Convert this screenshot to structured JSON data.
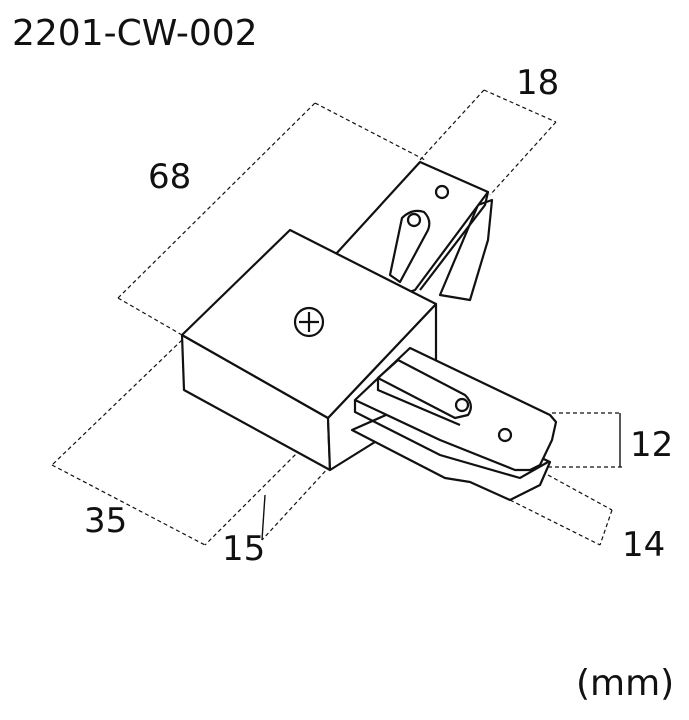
{
  "title": "2201-CW-002",
  "dimensions": {
    "length": "68",
    "arm_width": "18",
    "box_width": "35",
    "box_offset": "15",
    "height": "12",
    "end_width": "14"
  },
  "unit": "(mm)"
}
